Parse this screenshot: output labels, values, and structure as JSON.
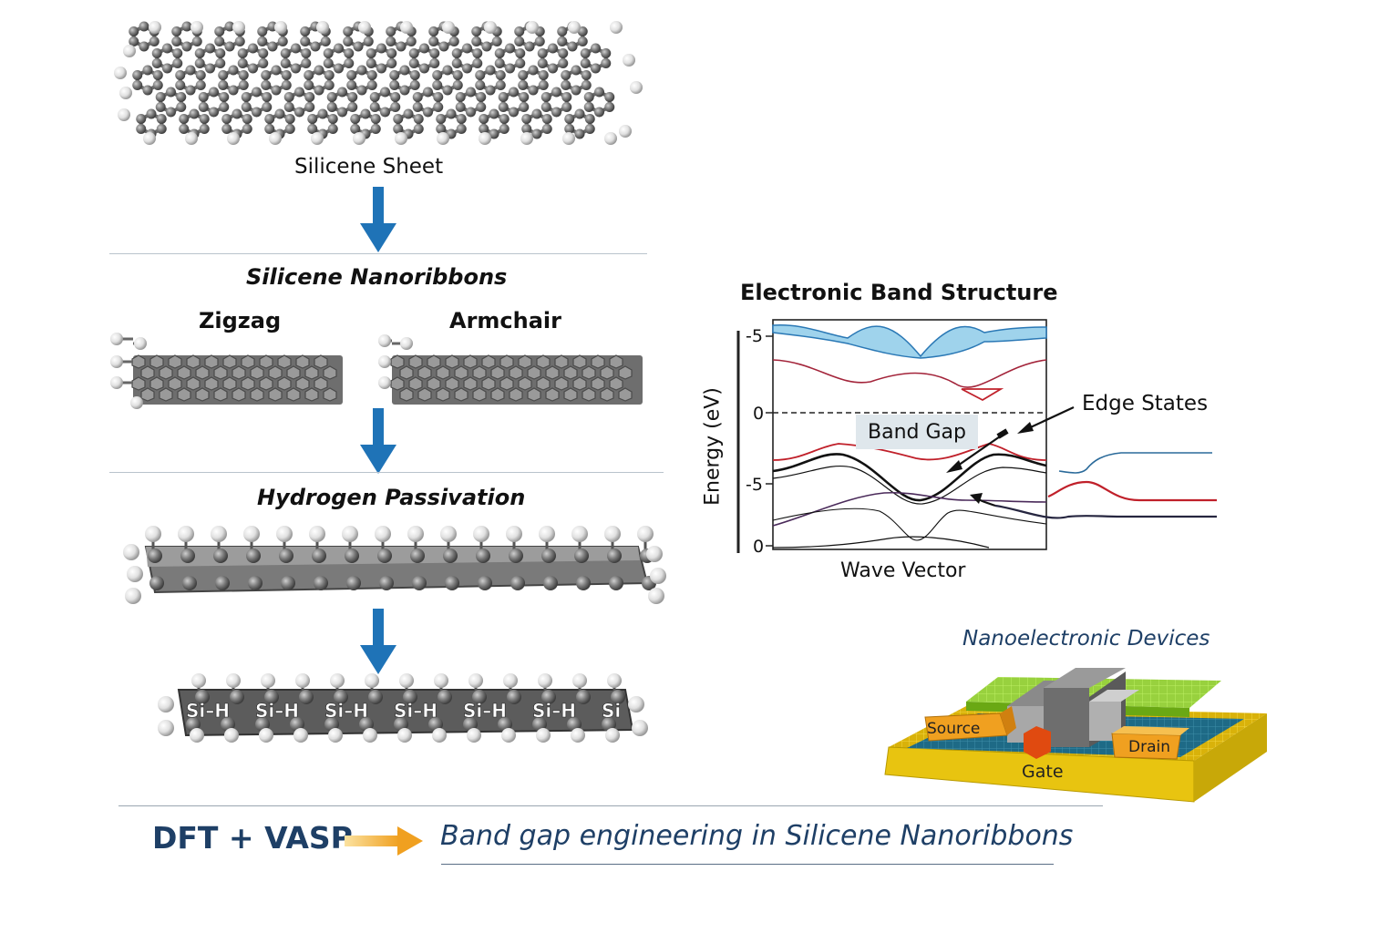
{
  "sheet": {
    "label": "Silicene Sheet"
  },
  "ribbons": {
    "title": "Silicene Nanoribbons",
    "zigzag": "Zigzag",
    "armchair": "Armchair"
  },
  "passivation": {
    "title": "Hydrogen Passivation",
    "bond_labels": [
      "Si–H",
      "Si–H",
      "Si–H",
      "Si–H",
      "Si–H",
      "Si–H",
      "Si"
    ]
  },
  "band_structure": {
    "title": "Electronic Band Structure",
    "xlabel": "Wave Vector",
    "ylabel": "Energy (eV)",
    "yticks": [
      "-5",
      "0",
      "-5",
      "0"
    ],
    "band_gap_label": "Band Gap",
    "edge_states_label": "Edge States"
  },
  "device": {
    "title": "Nanoelectronic Devices",
    "source": "Source",
    "drain": "Drain",
    "gate": "Gate"
  },
  "footer": {
    "method": "DFT + VASP",
    "topic": "Band gap engineering in Silicene Nanoribbons"
  },
  "colors": {
    "accent_blue": "#1f73b7",
    "title_navy": "#1e3f66",
    "arrow_orange": "#f0a020",
    "band_red": "#c0202a",
    "band_blue": "#2a78b5",
    "device_yellow": "#e8c410",
    "device_green": "#8ccc28",
    "device_orange": "#f0a020"
  }
}
